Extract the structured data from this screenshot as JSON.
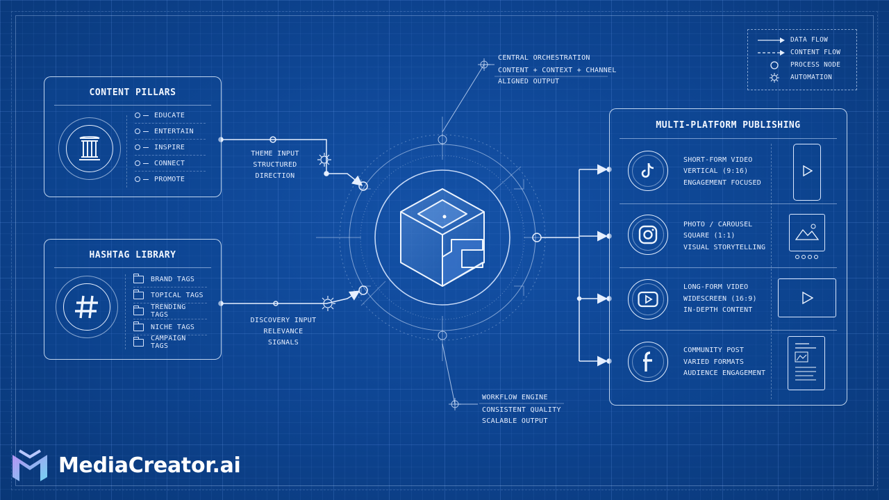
{
  "legend": {
    "items": [
      {
        "label": "DATA FLOW",
        "icon": "solid-arrow-icon"
      },
      {
        "label": "CONTENT FLOW",
        "icon": "dashed-arrow-icon"
      },
      {
        "label": "PROCESS NODE",
        "icon": "circle-node-icon"
      },
      {
        "label": "AUTOMATION",
        "icon": "gear-icon"
      }
    ]
  },
  "content_pillars": {
    "title": "CONTENT PILLARS",
    "icon": "pillar-icon",
    "items": [
      "EDUCATE",
      "ENTERTAIN",
      "INSPIRE",
      "CONNECT",
      "PROMOTE"
    ]
  },
  "hashtag_library": {
    "title": "HASHTAG LIBRARY",
    "icon": "hashtag-icon",
    "items": [
      "BRAND TAGS",
      "TOPICAL TAGS",
      "TRENDING TAGS",
      "NICHE TAGS",
      "CAMPAIGN TAGS"
    ]
  },
  "theme_input": {
    "line1": "THEME INPUT",
    "line2": "STRUCTURED",
    "line3": "DIRECTION"
  },
  "discovery_input": {
    "line1": "DISCOVERY INPUT",
    "line2": "RELEVANCE",
    "line3": "SIGNALS"
  },
  "central": {
    "line1": "CENTRAL ORCHESTRATION",
    "line2": "CONTENT + CONTEXT + CHANNEL",
    "line3": "ALIGNED OUTPUT",
    "icon": "cube-logo-icon"
  },
  "workflow": {
    "line1": "WORKFLOW ENGINE",
    "line2": "CONSISTENT QUALITY",
    "line3": "SCALABLE OUTPUT"
  },
  "publishing": {
    "title": "MULTI-PLATFORM PUBLISHING",
    "rows": [
      {
        "line1": "SHORT-FORM VIDEO",
        "line2": "VERTICAL (9:16)",
        "line3": "ENGAGEMENT FOCUSED",
        "icon": "tiktok-icon",
        "preview": "vertical-video-preview-icon"
      },
      {
        "line1": "PHOTO / CAROUSEL",
        "line2": "SQUARE (1:1)",
        "line3": "VISUAL STORYTELLING",
        "icon": "instagram-icon",
        "preview": "image-carousel-preview-icon"
      },
      {
        "line1": "LONG-FORM VIDEO",
        "line2": "WIDESCREEN (16:9)",
        "line3": "IN-DEPTH CONTENT",
        "icon": "youtube-icon",
        "preview": "widescreen-video-preview-icon"
      },
      {
        "line1": "COMMUNITY POST",
        "line2": "VARIED FORMATS",
        "line3": "AUDIENCE ENGAGEMENT",
        "icon": "facebook-icon",
        "preview": "document-post-preview-icon"
      }
    ]
  },
  "brand": {
    "name": "MediaCreator.ai",
    "logo": "mediacreator-logo-icon"
  },
  "colors": {
    "background": "#0b3f8c",
    "line": "#e6efff"
  }
}
